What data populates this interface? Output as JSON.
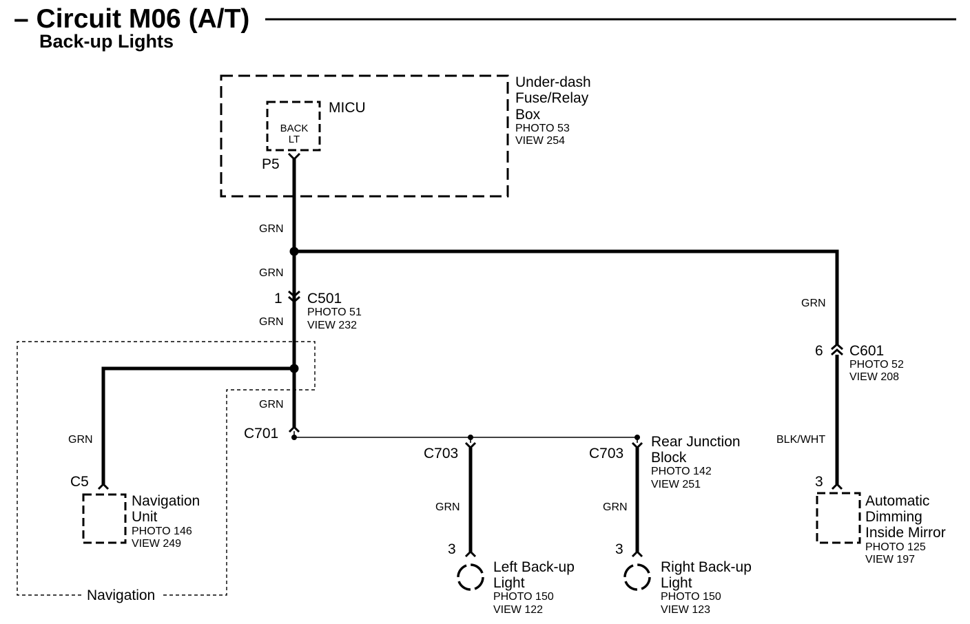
{
  "header": {
    "title": "– Circuit M06 (A/T)",
    "subtitle": "Back-up Lights"
  },
  "fuse_relay_box": {
    "name_lines": [
      "Under-dash",
      "Fuse/Relay",
      "Box"
    ],
    "photo": "PHOTO 53",
    "view": "VIEW 254",
    "micu": {
      "label": "MICU",
      "fuse_lines": [
        "BACK",
        "LT"
      ],
      "terminal": "P5"
    }
  },
  "connectors": {
    "c501": {
      "pin": "1",
      "name": "C501",
      "photo": "PHOTO 51",
      "view": "VIEW 232"
    },
    "c601": {
      "pin": "6",
      "name": "C601",
      "photo": "PHOTO 52",
      "view": "VIEW 208"
    },
    "c701": {
      "name": "C701"
    },
    "c703_left": {
      "name": "C703"
    },
    "c703_right": {
      "name": "C703"
    },
    "c5": {
      "name": "C5"
    }
  },
  "rear_junction_block": {
    "name_lines": [
      "Rear Junction",
      "Block"
    ],
    "photo": "PHOTO 142",
    "view": "VIEW 251"
  },
  "navigation": {
    "region_label": "Navigation",
    "unit": {
      "name_lines": [
        "Navigation",
        "Unit"
      ],
      "photo": "PHOTO 146",
      "view": "VIEW 249"
    }
  },
  "left_backup_light": {
    "pin": "3",
    "name_lines": [
      "Left Back-up",
      "Light"
    ],
    "photo": "PHOTO 150",
    "view": "VIEW 122"
  },
  "right_backup_light": {
    "pin": "3",
    "name_lines": [
      "Right Back-up",
      "Light"
    ],
    "photo": "PHOTO 150",
    "view": "VIEW 123"
  },
  "inside_mirror": {
    "pin": "3",
    "name_lines": [
      "Automatic",
      "Dimming",
      "Inside Mirror"
    ],
    "photo": "PHOTO 125",
    "view": "VIEW 197"
  },
  "wire_colors": {
    "micu_out": "GRN",
    "to_c501": "GRN",
    "c501_out": "GRN",
    "to_c701": "GRN",
    "to_navigation": "GRN",
    "to_c601": "GRN",
    "c601_out": "BLK/WHT",
    "to_left_light": "GRN",
    "to_right_light": "GRN"
  },
  "colors": {
    "ink": "#000000",
    "paper": "#ffffff"
  }
}
